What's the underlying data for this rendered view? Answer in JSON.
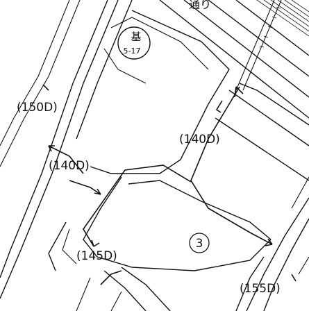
{
  "map": {
    "road_widths": [
      {
        "id": "w150",
        "text": "(150D)"
      },
      {
        "id": "w140a",
        "text": "(140D)"
      },
      {
        "id": "w140b",
        "text": "(140D)"
      },
      {
        "id": "w145",
        "text": "(145D)"
      },
      {
        "id": "w155",
        "text": "(155D)"
      }
    ],
    "block_number": "3",
    "sign": {
      "kanji": "基",
      "sub": "5-17"
    },
    "top_fragment": "通り"
  }
}
